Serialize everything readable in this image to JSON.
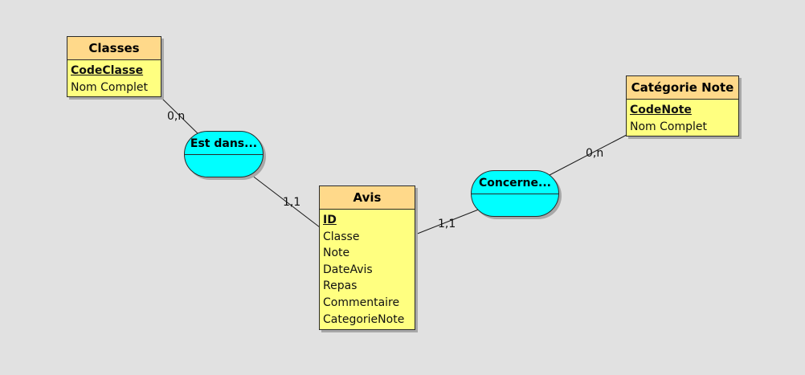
{
  "entities": {
    "classes": {
      "title": "Classes",
      "key": "CodeClasse",
      "attributes": [
        "Nom Complet"
      ]
    },
    "categorie": {
      "title": "Catégorie Note",
      "key": "CodeNote",
      "attributes": [
        "Nom Complet"
      ]
    },
    "avis": {
      "title": "Avis",
      "key": "ID",
      "attributes": [
        "Classe",
        "Note",
        "DateAvis",
        "Repas",
        "Commentaire",
        "CategorieNote"
      ]
    }
  },
  "associations": {
    "est_dans": {
      "label": "Est dans..."
    },
    "concerne": {
      "label": "Concerne..."
    }
  },
  "cardinalities": {
    "classes_est_dans": "0,n",
    "avis_est_dans": "1,1",
    "avis_concerne": "1,1",
    "categorie_concerne": "0,n"
  },
  "colors": {
    "entity_fill": "#ffff80",
    "entity_header": "#ffd98a",
    "association_fill": "#00ffff",
    "background": "#e1e1e1"
  }
}
